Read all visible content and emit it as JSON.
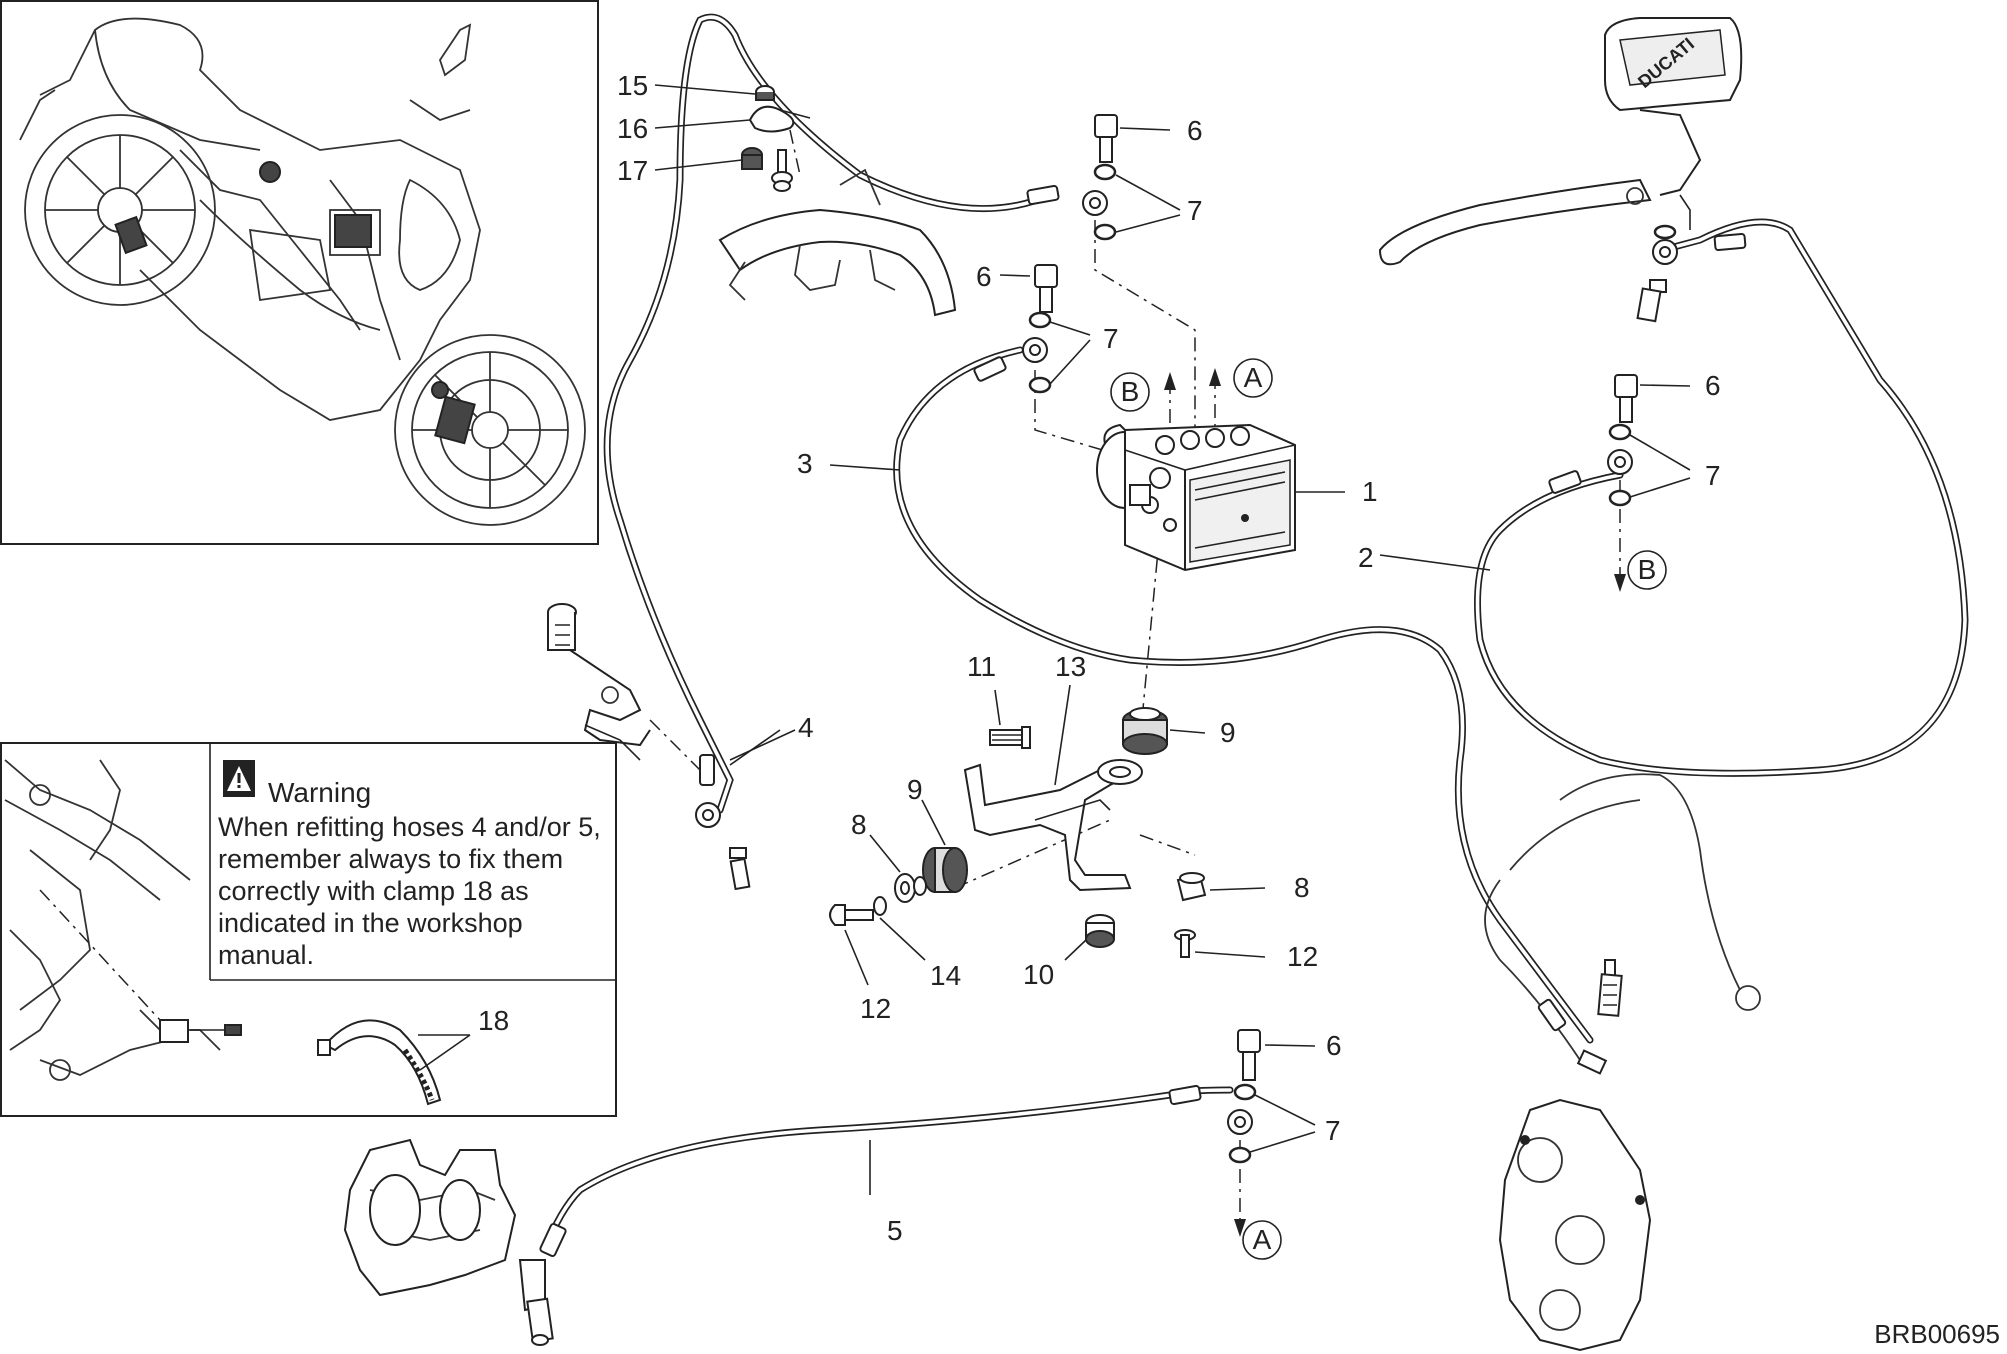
{
  "callouts": {
    "c1": "1",
    "c2": "2",
    "c3": "3",
    "c4": "4",
    "c5": "5",
    "c6a": "6",
    "c6b": "6",
    "c6c": "6",
    "c6d": "6",
    "c7a": "7",
    "c7b": "7",
    "c7c": "7",
    "c7d": "7",
    "c8a": "8",
    "c8b": "8",
    "c9a": "9",
    "c9b": "9",
    "c10": "10",
    "c11": "11",
    "c12a": "12",
    "c12b": "12",
    "c13": "13",
    "c14": "14",
    "c15": "15",
    "c16": "16",
    "c17": "17",
    "c18": "18"
  },
  "refs": {
    "a1": "A",
    "a2": "A",
    "b1": "B",
    "b2": "B"
  },
  "warning": {
    "title": "Warning",
    "lines": [
      "When refitting hoses 4 and/or 5,",
      "remember always to fix them",
      "correctly with clamp 18 as",
      "indicated in the workshop",
      "manual."
    ]
  },
  "diagram_code": "BRB00695",
  "brand_mark": "DUCATI"
}
